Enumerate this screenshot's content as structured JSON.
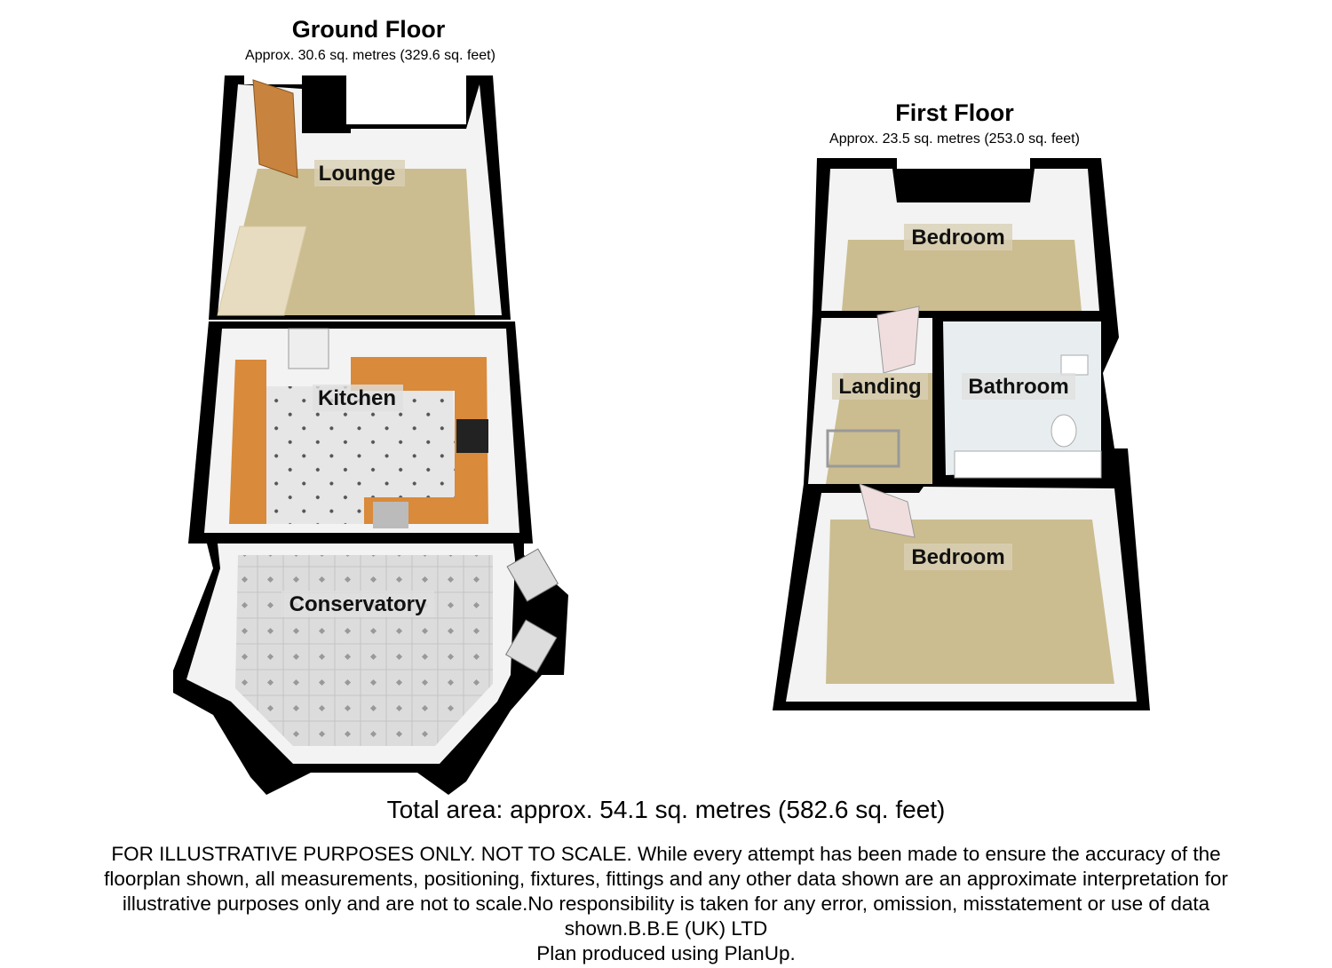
{
  "ground_floor": {
    "title": "Ground Floor",
    "area": "Approx.  30.6 sq. metres (329.6 sq. feet)",
    "rooms": [
      "Lounge",
      "Kitchen",
      "Conservatory"
    ]
  },
  "first_floor": {
    "title": "First Floor",
    "area": "Approx.  23.5 sq. metres (253.0 sq. feet)",
    "rooms": [
      "Bedroom",
      "Landing",
      "Bathroom",
      "Bedroom"
    ]
  },
  "total_area": "Total area: approx.  54.1 sq. metres (582.6 sq. feet)",
  "disclaimer_lines": [
    "FOR ILLUSTRATIVE PURPOSES ONLY. NOT TO SCALE. While every attempt has been made to ensure the accuracy of the",
    "floorplan shown, all measurements, positioning, fixtures, fittings and any other data shown are an approximate interpretation for",
    "illustrative purposes only and are not to scale.No responsibility is taken for any error, omission, misstatement or use of data",
    "shown.B.B.E (UK) LTD",
    "Plan produced using PlanUp."
  ],
  "colors": {
    "wall": "#000000",
    "floor": "#cbbd8f",
    "wall_face": "#f4f4f4",
    "worktop": "#d98a3a",
    "tile": "#e4e4e4"
  }
}
